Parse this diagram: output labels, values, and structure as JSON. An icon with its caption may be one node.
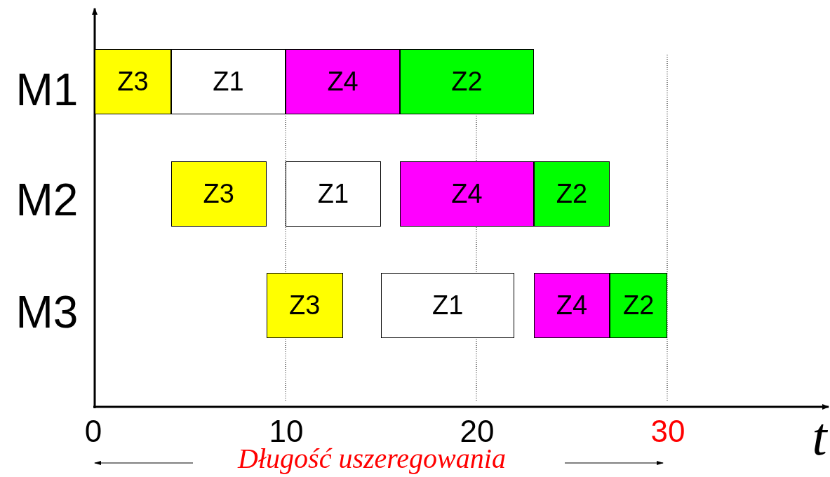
{
  "diagram": {
    "nodes": [
      {
        "text": [
          "Z3"
        ]
      },
      {
        "text": [
          "Z1"
        ]
      },
      {
        "text": [
          "Z4"
        ]
      },
      {
        "text": [
          "Z2"
        ]
      },
      {
        "text": [
          "Z3"
        ]
      },
      {
        "text": [
          "Z1"
        ]
      },
      {
        "text": [
          "Z4"
        ]
      },
      {
        "text": [
          "Z2"
        ]
      },
      {
        "text": [
          "Z3"
        ]
      },
      {
        "text": [
          "Z1"
        ]
      },
      {
        "text": [
          "Z4"
        ]
      },
      {
        "text": [
          "Z2"
        ]
      }
    ],
    "labels": [
      "M1",
      "M2",
      "M3",
      "0",
      "10",
      "20",
      "30",
      "t",
      "Długość uszeregowania"
    ]
  }
}
